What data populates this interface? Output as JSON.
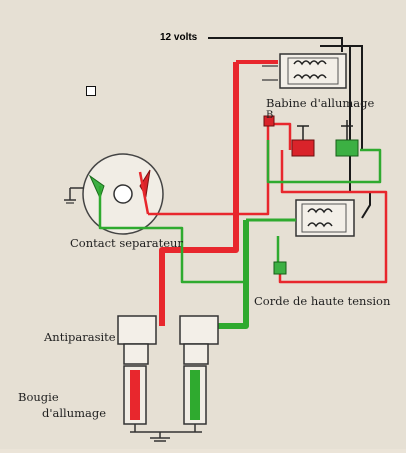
{
  "labels": {
    "supply": "12 volts",
    "coil": "Babine d'allumage",
    "contact": "Contact separateur",
    "ht_cord": "Corde de haute tension",
    "antiparasite": "Antiparasite",
    "plug_line1": "Bougie",
    "plug_line2": "d'allumage",
    "terminal_b": "B"
  },
  "colors": {
    "paper": "#ebe4d8",
    "wire_red": "#e8272d",
    "wire_green": "#2faa2f",
    "wire_black": "#1a1a1a",
    "component_red": "#d9232a",
    "component_green": "#3cb043"
  }
}
